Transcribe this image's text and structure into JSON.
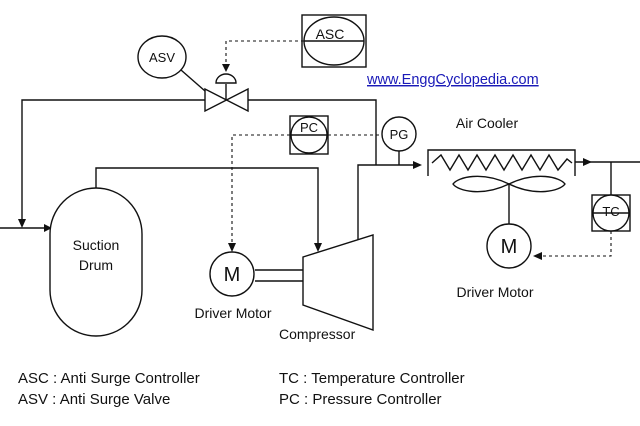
{
  "website": "www.EnggCyclopedia.com",
  "instruments": {
    "asc": "ASC",
    "asv": "ASV",
    "pc": "PC",
    "pg": "PG",
    "tc": "TC"
  },
  "equipment": {
    "suction_drum_line1": "Suction",
    "suction_drum_line2": "Drum",
    "motor_symbol": "M",
    "driver_motor_1": "Driver Motor",
    "driver_motor_2": "Driver Motor",
    "compressor": "Compressor",
    "air_cooler": "Air Cooler"
  },
  "legend": {
    "asc": "ASC : Anti Surge Controller",
    "asv": "ASV : Anti Surge Valve",
    "tc": "TC : Temperature Controller",
    "pc": "PC : Pressure Controller"
  }
}
